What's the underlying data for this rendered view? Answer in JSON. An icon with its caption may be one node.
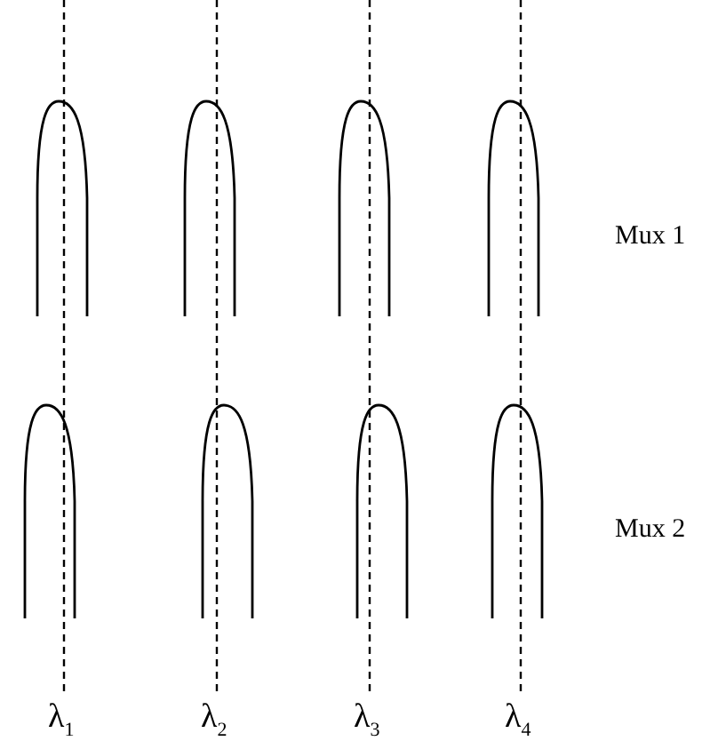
{
  "diagram": {
    "labels": [
      "Mux 1",
      "Mux 2",
      "λ$_{1}$",
      "λ$_{2}$",
      "λ$_{3}$",
      "λ$_{4}$"
    ]
  }
}
